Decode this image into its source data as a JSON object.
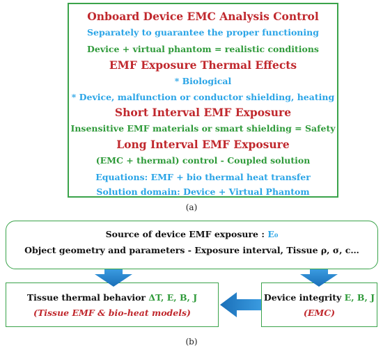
{
  "panel_a": {
    "lines": [
      {
        "text": "Onboard Device EMC Analysis Control",
        "style": "title-red"
      },
      {
        "text": "Separately to guarantee the proper functioning",
        "style": "txt-blue"
      },
      {
        "text": "Device + virtual phantom = realistic conditions",
        "style": "txt-green"
      },
      {
        "text": "EMF Exposure Thermal Effects",
        "style": "title-red"
      },
      {
        "text": "* Biological",
        "style": "txt-blue"
      },
      {
        "text": "* Device, malfunction or conductor shielding, heating",
        "style": "txt-blue"
      },
      {
        "text": "Short Interval EMF Exposure",
        "style": "title-red"
      },
      {
        "text": "Insensitive EMF materials or smart shielding = Safety",
        "style": "txt-green"
      },
      {
        "text": "Long Interval EMF Exposure",
        "style": "title-red"
      },
      {
        "text": "(EMC + thermal) control - Coupled solution",
        "style": "txt-green"
      },
      {
        "text": "Equations: EMF + bio thermal heat transfer",
        "style": "txt-blue"
      },
      {
        "text": "Solution domain: Device + Virtual Phantom",
        "style": "txt-blue"
      }
    ],
    "caption": "(a)"
  },
  "panel_b": {
    "source_box": {
      "line1_text": "Source of device EMF exposure :",
      "line1_symbol": "E₀",
      "line2": "Object geometry and parameters - Exposure interval, Tissue ρ, σ, c…"
    },
    "tissue_box": {
      "title_text": "Tissue thermal behavior",
      "title_vars": "ΔT, E, B, J",
      "subtitle": "(Tissue EMF & bio-heat models)"
    },
    "device_box": {
      "title_text": "Device integrity",
      "title_vars": "E, B, J",
      "subtitle": "(EMC)"
    },
    "caption": "(b)"
  },
  "colors": {
    "red": "#c0282d",
    "green": "#2f9a3a",
    "blue": "#2aa4e6",
    "arrow_blue": "#1f86d0",
    "border_green": "#3aa34a"
  }
}
